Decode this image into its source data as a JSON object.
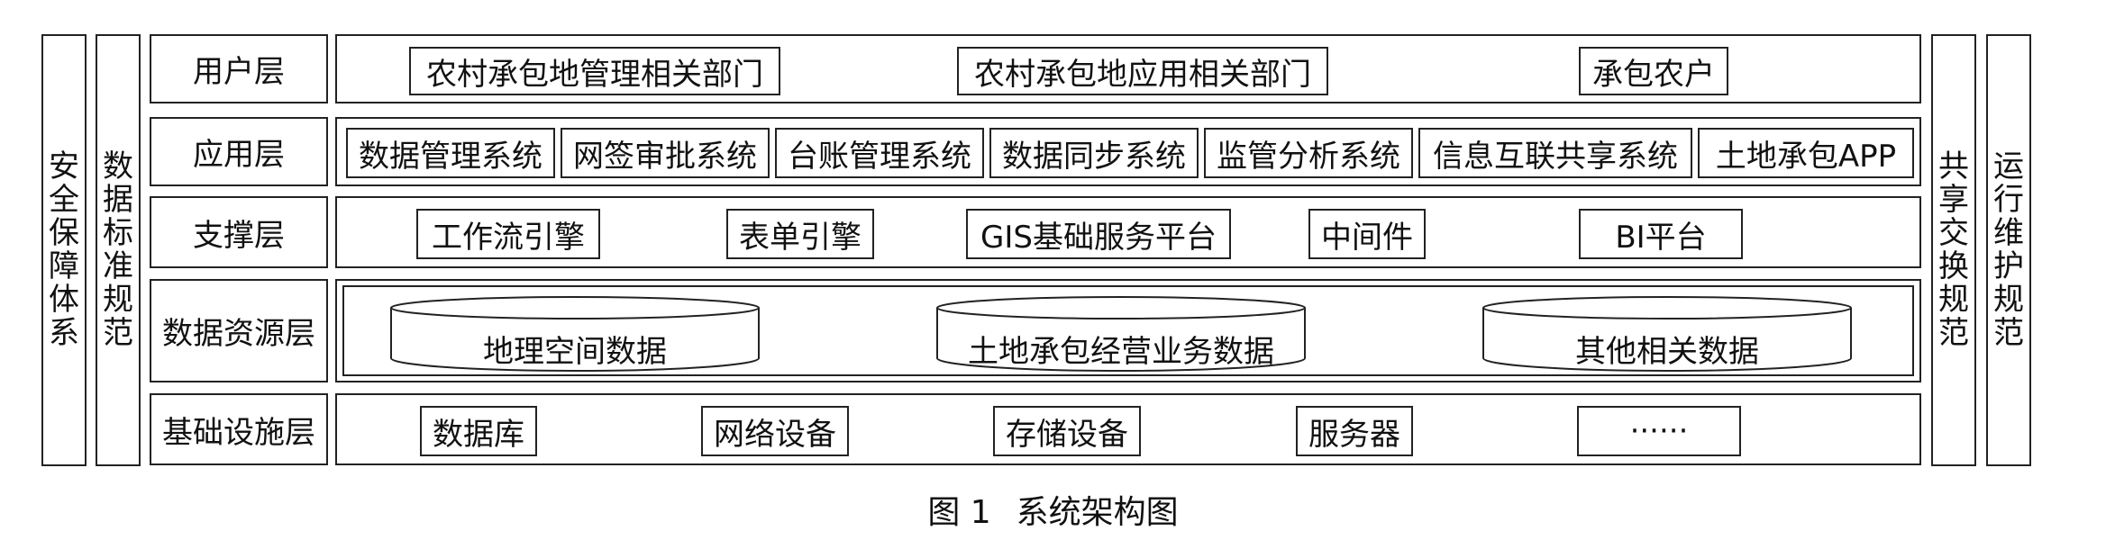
{
  "left_columns": [
    {
      "label": "安全保障体系"
    },
    {
      "label": "数据标准规范"
    }
  ],
  "right_columns": [
    {
      "label": "共享交换规范"
    },
    {
      "label": "运行维护规范"
    }
  ],
  "layers": [
    {
      "label": "用户层",
      "items": [
        "农村承包地管理相关部门",
        "农村承包地应用相关部门",
        "承包农户"
      ]
    },
    {
      "label": "应用层",
      "items": [
        "数据管理系统",
        "网签审批系统",
        "台账管理系统",
        "数据同步系统",
        "监管分析系统",
        "信息互联共享系统",
        "土地承包APP"
      ]
    },
    {
      "label": "支撑层",
      "items": [
        "工作流引擎",
        "表单引擎",
        "GIS基础服务平台",
        "中间件",
        "BI平台"
      ]
    },
    {
      "label": "数据资源层",
      "items": [
        "地理空间数据",
        "土地承包经营业务数据",
        "其他相关数据"
      ]
    },
    {
      "label": "基础设施层",
      "items": [
        "数据库",
        "网络设备",
        "存储设备",
        "服务器",
        "······"
      ]
    }
  ],
  "caption": {
    "figure_no": "图 1",
    "title": "系统架构图"
  }
}
